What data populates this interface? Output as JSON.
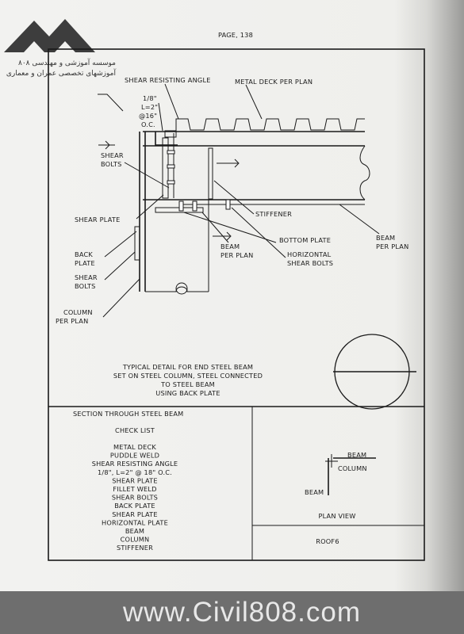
{
  "page_number": "PAGE, 138",
  "logo": {
    "line1": "موسسه آموزشی و مهندسی ۸۰۸",
    "line2": "آموزشهای تخصصی عمران و معماری"
  },
  "detail_labels": {
    "shear_resisting_angle": "SHEAR RESISTING ANGLE",
    "metal_deck": "METAL DECK PER PLAN",
    "spacing_1": "1/8\"",
    "spacing_2": "L=2\"",
    "spacing_3": "@16\"",
    "spacing_4": "O.C.",
    "shear_bolts_1": "SHEAR",
    "shear_bolts_2": "BOLTS",
    "shear_plate": "SHEAR PLATE",
    "stiffener": "STIFFENER",
    "back_plate_1": "BACK",
    "back_plate_2": "PLATE",
    "shear_bolts_b1": "SHEAR",
    "shear_bolts_b2": "BOLTS",
    "beam_per_plan_1": "BEAM",
    "beam_per_plan_2": "PER PLAN",
    "bottom_plate": "BOTTOM PLATE",
    "horizontal_1": "HORIZONTAL",
    "horizontal_2": "SHEAR BOLTS",
    "beam_right_1": "BEAM",
    "beam_right_2": "PER PLAN",
    "column_1": "COLUMN",
    "column_2": "PER PLAN"
  },
  "title_block": {
    "line1": "TYPICAL DETAIL FOR END STEEL BEAM",
    "line2": "SET ON STEEL COLUMN, STEEL CONNECTED",
    "line3": "TO STEEL BEAM",
    "line4": "USING BACK PLATE"
  },
  "section": {
    "heading": "SECTION THROUGH STEEL BEAM",
    "checklist_title": "CHECK LIST",
    "items": [
      "METAL DECK",
      "PUDDLE WELD",
      "SHEAR RESISTING ANGLE",
      "1/8\", L=2\" @ 18\" O.C.",
      "SHEAR PLATE",
      "FILLET WELD",
      "SHEAR BOLTS",
      "BACK PLATE",
      "SHEAR PLATE",
      "HORIZONTAL PLATE",
      "BEAM",
      "COLUMN",
      "STIFFENER"
    ]
  },
  "plan_view": {
    "beam_top": "BEAM",
    "column": "COLUMN",
    "beam_left": "BEAM",
    "label": "PLAN VIEW",
    "roof": "ROOF6"
  },
  "banner": "www.Civil808.com"
}
